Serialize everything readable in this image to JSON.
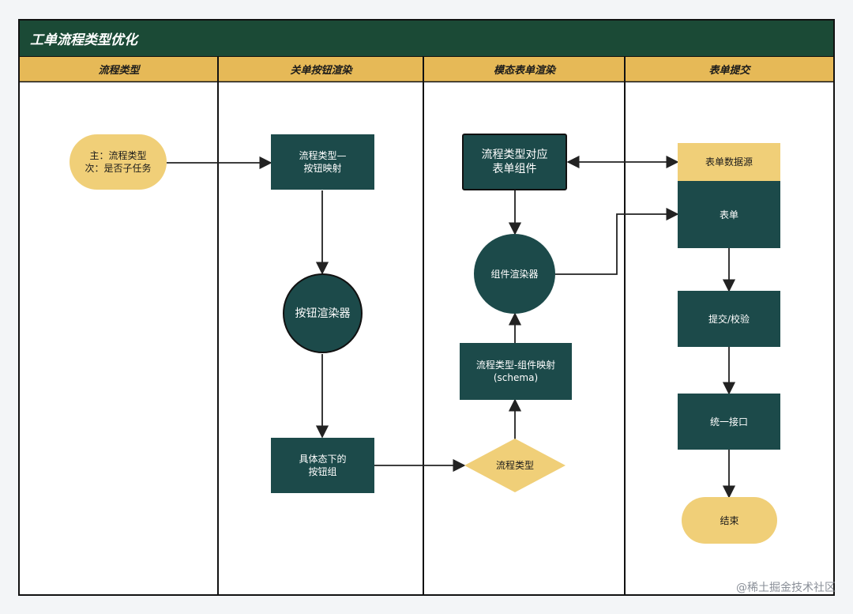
{
  "title": "工单流程类型优化",
  "colors": {
    "header": "#1b4a36",
    "lane_header": "#e6b957",
    "dark_node": "#1c4a4a",
    "light_node": "#f0cf78"
  },
  "lanes": [
    "流程类型",
    "关单按钮渲染",
    "模态表单渲染",
    "表单提交"
  ],
  "nodes": {
    "type_source": "主：流程类型\n次：是否子任务",
    "btn_map": "流程类型—\n按钮映射",
    "btn_renderer": "按钮渲染器",
    "btn_group": "具体态下的\n按钮组",
    "form_comp": "流程类型对应\n表单组件",
    "comp_renderer": "组件渲染器",
    "comp_map": "流程类型-组件映射\n(schema)",
    "type_decision": "流程类型",
    "form_datasource": "表单数据源",
    "form": "表单",
    "submit": "提交/校验",
    "api": "统一接口",
    "end": "结束"
  },
  "watermark": "@稀土掘金技术社区"
}
